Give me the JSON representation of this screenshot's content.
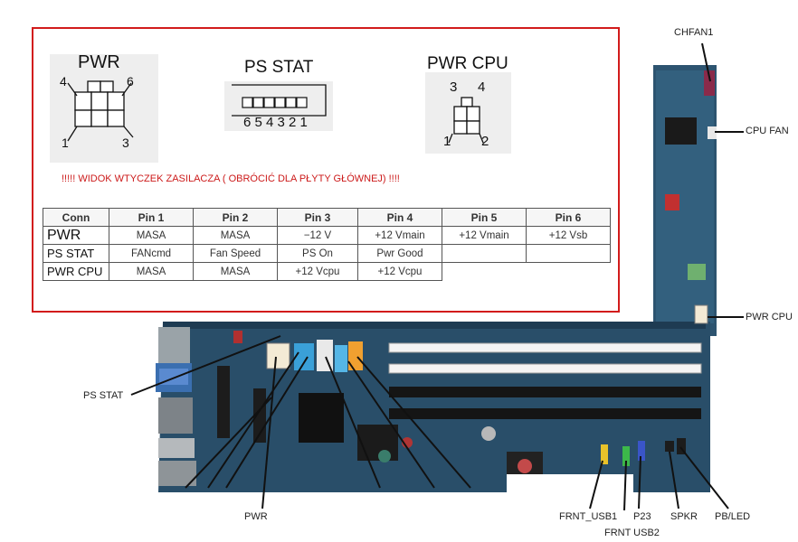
{
  "panel": {
    "pwr_title": "PWR",
    "ps_stat_title": "PS STAT",
    "pwr_cpu_title": "PWR CPU",
    "pwr_pins": {
      "p4": "4",
      "p6": "6",
      "p1": "1",
      "p3": "3"
    },
    "ps_stat_pins": "6 5 4 3 2 1",
    "pwr_cpu_pins": {
      "p3": "3",
      "p4": "4",
      "p1": "1",
      "p2": "2"
    },
    "warning": "!!!!!  WIDOK WTYCZEK ZASILACZA ( OBRÓCIĆ DLA PŁYTY GŁÓWNEJ)  !!!!"
  },
  "table": {
    "headers": [
      "Conn",
      "Pin 1",
      "Pin 2",
      "Pin 3",
      "Pin 4",
      "Pin 5",
      "Pin 6"
    ],
    "rows": [
      [
        "PWR",
        "MASA",
        "MASA",
        "−12 V",
        "+12 Vmain",
        "+12 Vmain",
        "+12 Vsb"
      ],
      [
        "PS STAT",
        "FANcmd",
        "Fan Speed",
        "PS On",
        "Pwr Good",
        "",
        ""
      ],
      [
        "PWR CPU",
        "MASA",
        "MASA",
        "+12 Vcpu",
        "+12 Vcpu",
        "",
        ""
      ]
    ]
  },
  "labels": {
    "chfan1": "CHFAN1",
    "cpu_fan": "CPU FAN",
    "pwr_cpu": "PWR CPU",
    "ps_stat": "PS STAT",
    "pwr": "PWR",
    "frnt_usb1": "FRNT_USB1",
    "frnt_usb2": "FRNT USB2",
    "p23": "P23",
    "spkr": "SPKR",
    "pb_led": "PB/LED"
  },
  "colors": {
    "border": "#d21b1b",
    "warning": "#cc1a1a",
    "board": "#274a63"
  }
}
